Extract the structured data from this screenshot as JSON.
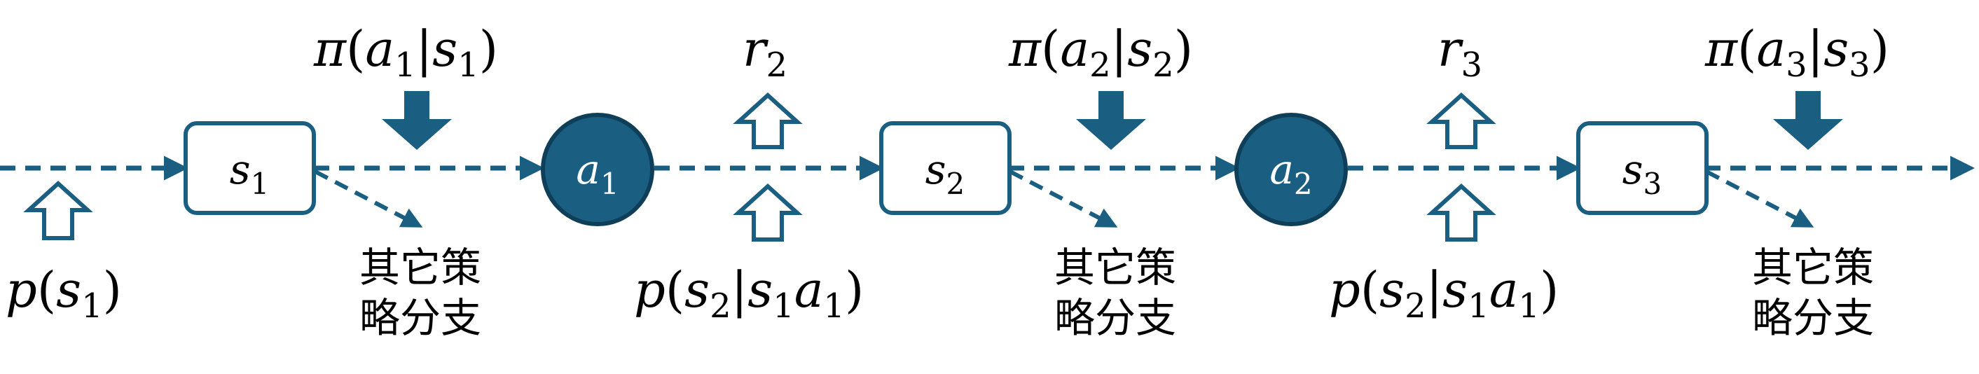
{
  "colors": {
    "primary": "#1a5f82",
    "text": "#000000",
    "background": "#ffffff"
  },
  "nodes": {
    "s1": {
      "base": "s",
      "sub": "1"
    },
    "s2": {
      "base": "s",
      "sub": "2"
    },
    "s3": {
      "base": "s",
      "sub": "3"
    },
    "a1": {
      "base": "a",
      "sub": "1"
    },
    "a2": {
      "base": "a",
      "sub": "2"
    }
  },
  "labels": {
    "p_s1": {
      "fn": "p",
      "open": "(",
      "s": "s",
      "s_sub": "1",
      "close": ")"
    },
    "pi1": {
      "fn": "π",
      "open": "(",
      "a": "a",
      "a_sub": "1",
      "bar": "|",
      "s": "s",
      "s_sub": "1",
      "close": ")"
    },
    "pi2": {
      "fn": "π",
      "open": "(",
      "a": "a",
      "a_sub": "2",
      "bar": "|",
      "s": "s",
      "s_sub": "2",
      "close": ")"
    },
    "pi3": {
      "fn": "π",
      "open": "(",
      "a": "a",
      "a_sub": "3",
      "bar": "|",
      "s": "s",
      "s_sub": "3",
      "close": ")"
    },
    "r2": {
      "base": "r",
      "sub": "2"
    },
    "r3": {
      "base": "r",
      "sub": "3"
    },
    "trans1": {
      "fn": "p",
      "open": "(",
      "s": "s",
      "s_sub": "2",
      "bar": "|",
      "s2": "s",
      "s2_sub": "1",
      "a": "a",
      "a_sub": "1",
      "close": ")"
    },
    "trans2": {
      "fn": "p",
      "open": "(",
      "s": "s",
      "s_sub": "2",
      "bar": "|",
      "s2": "s",
      "s2_sub": "1",
      "a": "a",
      "a_sub": "1",
      "close": ")"
    },
    "branch1": {
      "line1": "其它策",
      "line2": "略分支"
    },
    "branch2": {
      "line1": "其它策",
      "line2": "略分支"
    },
    "branch3": {
      "line1": "其它策",
      "line2": "略分支"
    }
  }
}
